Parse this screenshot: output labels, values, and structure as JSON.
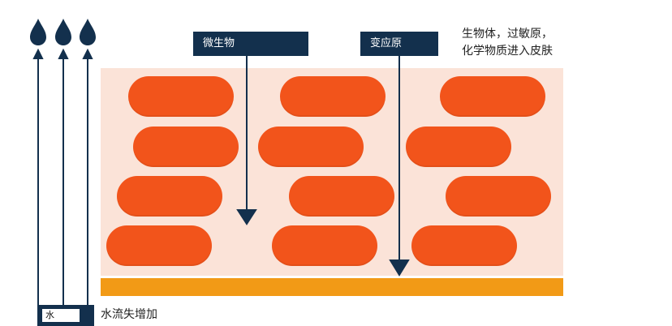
{
  "microbe_label": "微生物",
  "allergen_label": "变应原",
  "entry_caption_line1": "生物体，过敏原，",
  "entry_caption_line2": "化学物质进入皮肤",
  "water_label": "水",
  "water_loss_caption": "水流失增加",
  "colors": {
    "skin_background": "#fbe3d8",
    "cell": "#f2541b",
    "base_layer": "#f29a16",
    "navy": "#13304d"
  }
}
